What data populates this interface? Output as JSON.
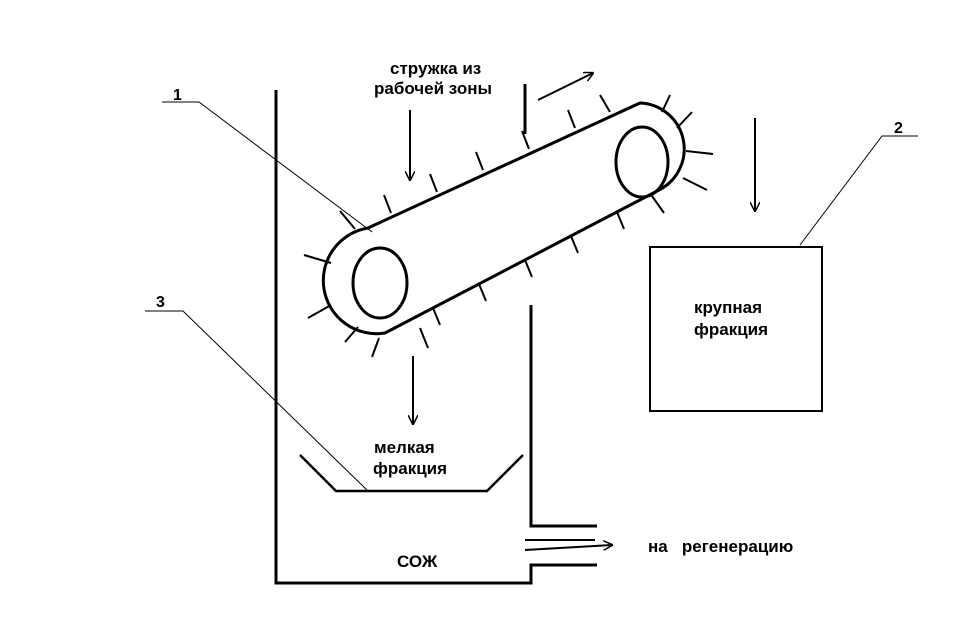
{
  "callouts": [
    "1",
    "2",
    "3"
  ],
  "labels": {
    "chips_line1": "стружка из",
    "chips_line2": "рабочей зоны",
    "coarse_line1": "крупная",
    "coarse_line2": "фракция",
    "fine_line1": "мелкая",
    "fine_line2": "фракция",
    "coolant": "СОЖ",
    "regeneration": "на   регенерацию"
  }
}
